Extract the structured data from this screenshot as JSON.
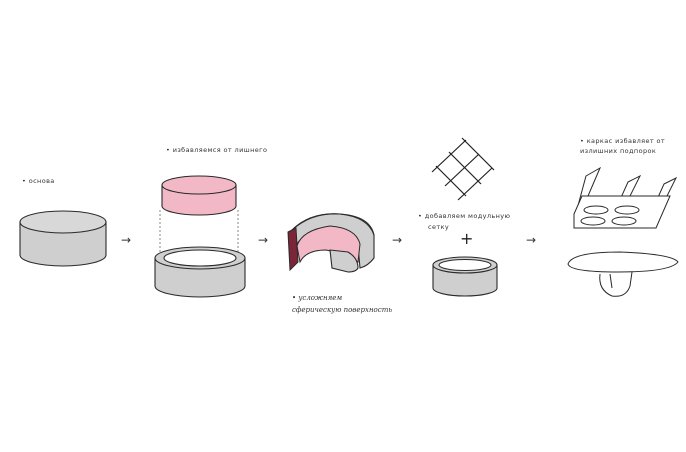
{
  "steps": [
    {
      "label": "• основа"
    },
    {
      "label": "• избавляемся от лишнего"
    },
    {
      "label_line1": "• усложняем",
      "label_line2": "сферическую поверхность"
    },
    {
      "label_line1": "• добавляем модульную",
      "label_line2": "сетку",
      "plus": "+"
    },
    {
      "label_line1": "• каркас избавляет от",
      "label_line2": "излишних подпорок"
    }
  ],
  "arrows": [
    "→",
    "→",
    "→",
    "→"
  ],
  "colors": {
    "gray": "#cfcfcf",
    "pink": "#f2b8c6",
    "dark_red": "#7a2638",
    "stroke": "#2a2a2a"
  }
}
